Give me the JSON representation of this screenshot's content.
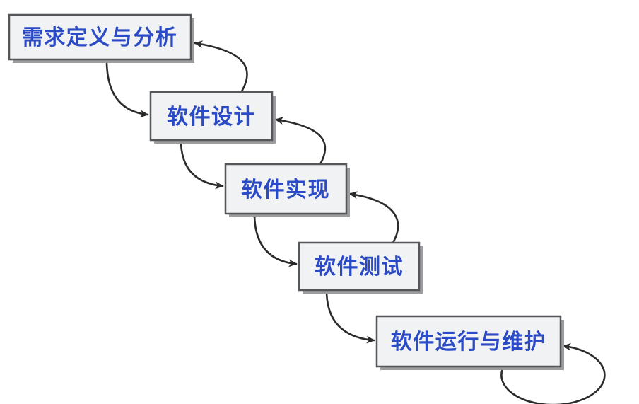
{
  "diagram": {
    "type": "waterfall-model-flowchart",
    "stages": [
      {
        "label": "需求定义与分析"
      },
      {
        "label": "软件设计"
      },
      {
        "label": "软件实现"
      },
      {
        "label": "软件测试"
      },
      {
        "label": "软件运行与维护"
      }
    ],
    "connections": [
      {
        "from": 0,
        "to": 1,
        "bidirectional": true
      },
      {
        "from": 1,
        "to": 2,
        "bidirectional": true
      },
      {
        "from": 2,
        "to": 3,
        "bidirectional": true
      },
      {
        "from": 3,
        "to": 4,
        "bidirectional": false
      },
      {
        "from": 4,
        "to": 4,
        "self_loop": true
      }
    ]
  },
  "colors": {
    "background": "#ffffff",
    "box_fill": "#f1f2f3",
    "box_border": "#55565a",
    "box_shadow": "#9b9d9f",
    "label_text": "#2b4ac6",
    "arrow": "#2b2b2b"
  }
}
